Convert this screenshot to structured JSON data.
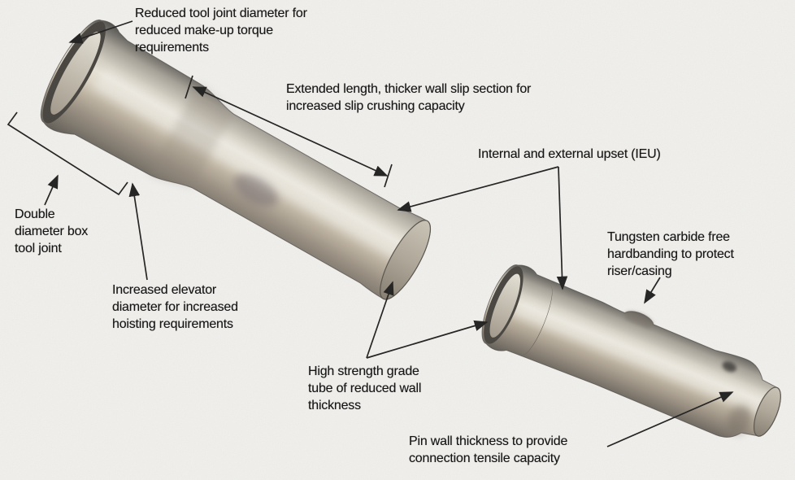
{
  "diagram": {
    "subject": "annotated drill pipe landing string illustration",
    "background_color": "#f5f4f1",
    "text_color": "#161616",
    "line_color": "#1c1c1c",
    "metal_light_color": "#ece7da",
    "metal_dark_color": "#514f4b",
    "annotations": [
      {
        "id": "reduced-tool-joint",
        "text": "Reduced tool joint diameter for\nreduced make-up torque\nrequirements"
      },
      {
        "id": "extended-length",
        "text": "Extended length, thicker wall slip section for\nincreased slip crushing capacity"
      },
      {
        "id": "internal-external-upset",
        "text": "Internal and external upset (IEU)"
      },
      {
        "id": "double-diameter-box",
        "text": "Double\ndiameter box\ntool joint"
      },
      {
        "id": "increased-elevator",
        "text": "Increased elevator\ndiameter for increased\nhoisting requirements"
      },
      {
        "id": "tungsten-hardbanding",
        "text": "Tungsten carbide free\nhardbanding to protect\nriser/casing"
      },
      {
        "id": "high-strength-tube",
        "text": "High strength grade\ntube of reduced wall\nthickness"
      },
      {
        "id": "pin-wall-thickness",
        "text": "Pin wall thickness to provide\nconnection tensile capacity"
      }
    ]
  }
}
